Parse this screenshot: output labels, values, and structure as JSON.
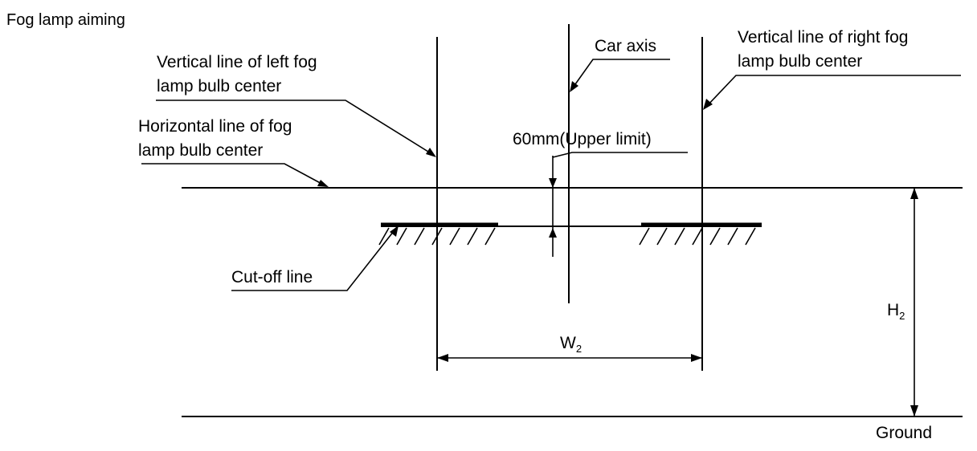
{
  "diagram": {
    "title": "Fog lamp aiming",
    "labels": {
      "car_axis": "Car axis",
      "right_vertical": [
        "Vertical line of right fog",
        "lamp bulb center"
      ],
      "left_vertical": [
        "Vertical line of left fog",
        "lamp bulb center"
      ],
      "horizontal": [
        "Horizontal line of fog",
        "lamp bulb center"
      ],
      "upper_limit": "60mm(Upper limit)",
      "cutoff": "Cut-off line",
      "width": {
        "main": "W",
        "sub": "2"
      },
      "height": {
        "main": "H",
        "sub": "2"
      },
      "ground": "Ground"
    }
  }
}
